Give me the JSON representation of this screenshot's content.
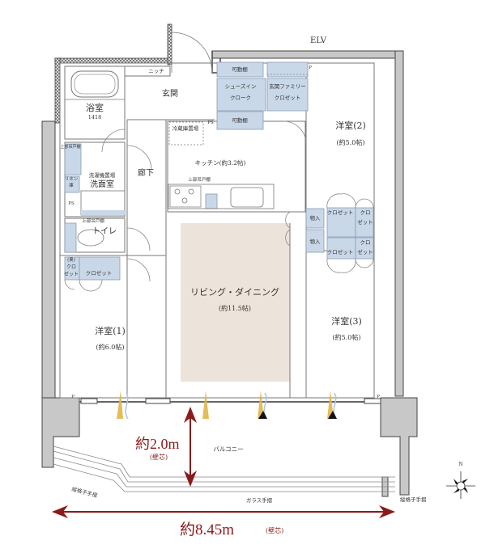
{
  "plan": {
    "top_label": "ELV",
    "rooms": {
      "bath": {
        "name": "浴室",
        "size": "1418"
      },
      "entrance": {
        "name": "玄関"
      },
      "niche": {
        "name": "ニッチ"
      },
      "hallway": {
        "name": "廊下"
      },
      "washroom": {
        "name": "洗面室",
        "sub": "洗濯機置場"
      },
      "toilet": {
        "name": "トイレ"
      },
      "kitchen": {
        "name": "キッチン(約3.2帖)",
        "fridge": "冷蔵庫置場",
        "upper_cabinet": "上部吊戸棚"
      },
      "living_dining": {
        "name": "リビング・ダイニング",
        "size": "(約11.5帖)"
      },
      "western1": {
        "name": "洋室(1)",
        "size": "(約6.0帖)"
      },
      "western2": {
        "name": "洋室(2)",
        "size": "(約5.0帖)"
      },
      "western3": {
        "name": "洋室(3)",
        "size": "(約5.0帖)"
      },
      "balcony": {
        "name": "バルコニー"
      }
    },
    "storage": {
      "movable_shelf_1": "可動棚",
      "movable_shelf_2": "可動棚",
      "shoes_in_closet": [
        "シューズイン",
        "クローク"
      ],
      "family_closet": [
        "玄関ファミリー",
        "クロゼット"
      ],
      "washroom_upper": "上部吊戸棚",
      "linen": [
        "リネン",
        "庫"
      ],
      "toilet_upper": "上部吊戸棚",
      "w1_closet_small": [
        "(奥)",
        "クロ",
        "ゼット"
      ],
      "w1_closet": "クロゼット",
      "w2_closet": "クロゼット",
      "w2_closet_small": [
        "クロ",
        "ゼット"
      ],
      "w3_closet": "クロゼット",
      "w3_closet_small": [
        "クロ",
        "ゼット"
      ],
      "storage_a": "物入",
      "storage_b": "物入"
    },
    "markers": {
      "ps": "PS",
      "p": "P"
    },
    "railings": {
      "vertical_lattice_left": "縦格子手摺",
      "vertical_lattice_right": "縦格子手摺",
      "glass": "ガラス手摺"
    },
    "dimensions": {
      "depth_value": "約2.0m",
      "depth_note": "(壁芯)",
      "width_value": "約8.45m",
      "width_note": "(壁芯)"
    },
    "compass": {
      "north": "N"
    },
    "colors": {
      "storage_fill": "#c9d8e8",
      "living_fill": "#ece4da",
      "dimension": "#8b1a1a",
      "wall": "#555555",
      "column": "#c8c8c8",
      "window_light": "#e2b548",
      "wind": "#a9c6de"
    }
  }
}
